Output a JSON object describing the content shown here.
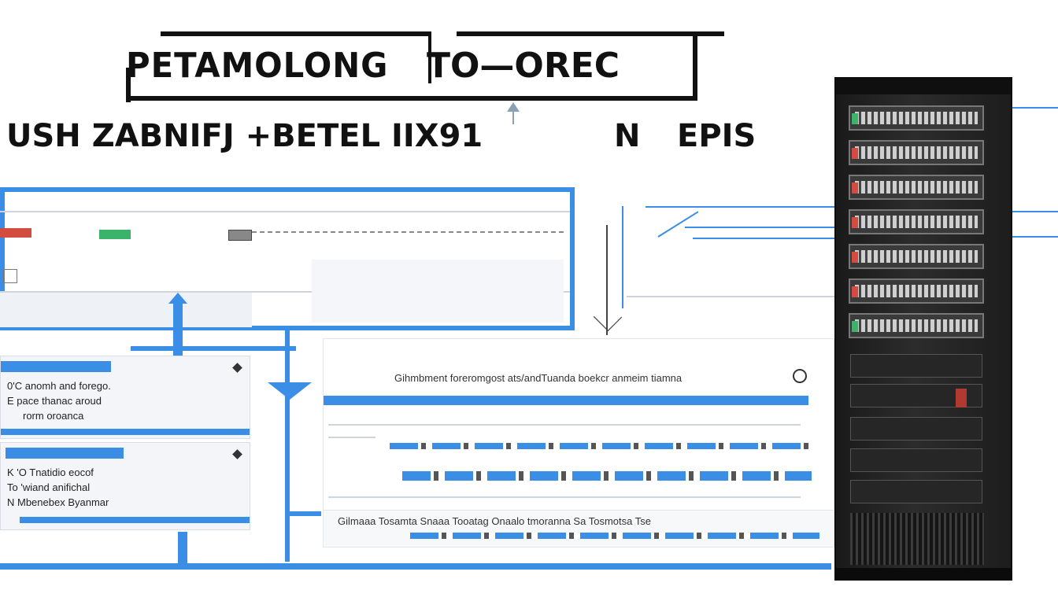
{
  "header": {
    "title": "PETAMOLONG",
    "title_right": "TO—ORЕС",
    "subtitle_left": "USH ZABNIFJ +BETEL IIX91",
    "subtitle_mid": "N",
    "subtitle_right": "EPIS"
  },
  "left_cards": [
    {
      "lines": [
        "0'C anomh and forego.",
        "E pace thanac aroud",
        "rorm oroanca"
      ]
    },
    {
      "lines": [
        "K 'O Tnatidio eocof",
        "To 'wiand anifichal",
        "N Mbenebex Byanmar"
      ]
    }
  ],
  "center_panel": {
    "caption": "Gihmbment foreromgost ats/andTuanda boekcr anmeim tiamna"
  },
  "bottom_row": {
    "caption": "Gilmaaa Tosamta Snaaa Tooatag Onaalo tmoranna Sa  Tosmotsa Tse"
  },
  "colors": {
    "accent": "#3a8ee6",
    "rack": "#1f1f1f",
    "led_red": "#d24c3f",
    "led_green": "#3cb36a"
  }
}
